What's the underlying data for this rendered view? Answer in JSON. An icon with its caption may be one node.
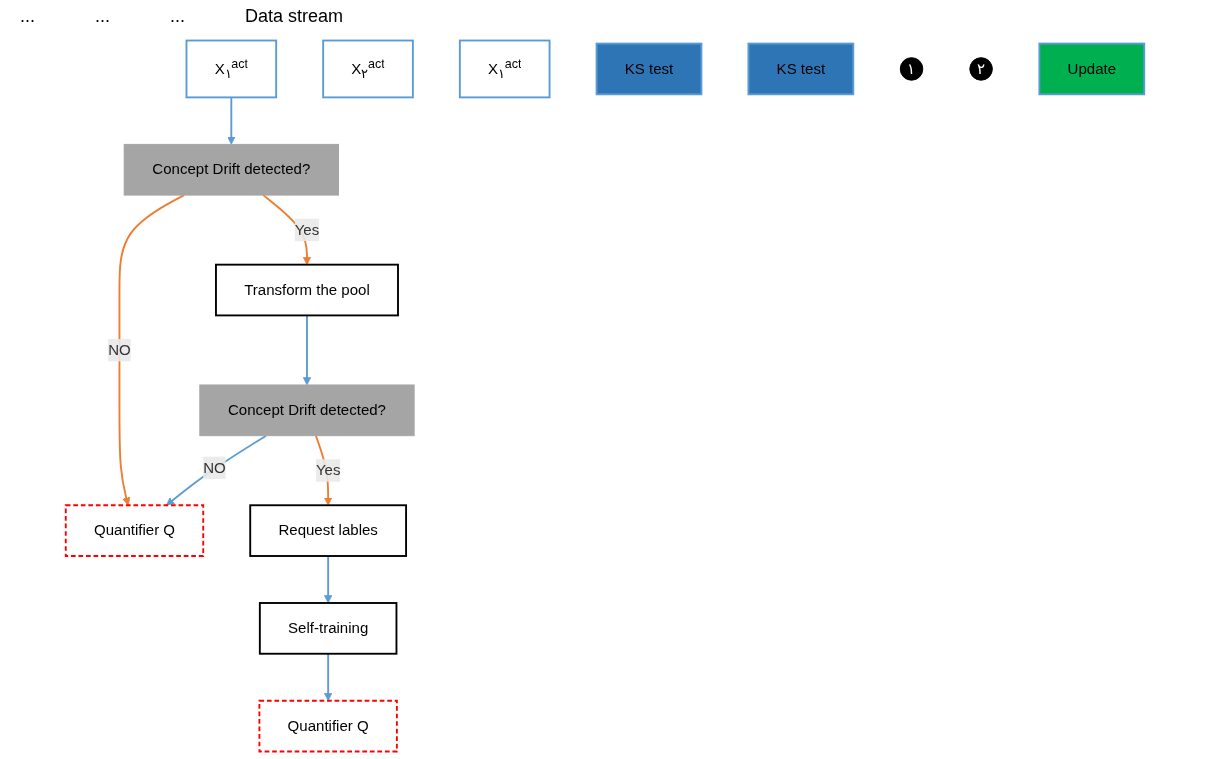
{
  "diagram": {
    "nodes": [
      {
        "text": [
          "X$_{١}$$^{act}$"
        ]
      },
      {
        "text": [
          "X$_{٢}$$^{act}$"
        ]
      },
      {
        "text": [
          "X$_{١}$$^{act}$"
        ]
      },
      {
        "text": [
          "Concept Drift detected?"
        ]
      },
      {
        "text": [
          "KS test"
        ]
      },
      {
        "text": [
          "Quantifier Q"
        ]
      },
      {
        "text": [
          "Transform the pool"
        ]
      },
      {
        "text": [
          "Concept Drift detected?"
        ]
      },
      {
        "text": [
          "KS test"
        ]
      },
      {
        "text": [
          "١"
        ]
      },
      {
        "text": [
          "Request lables"
        ]
      },
      {
        "text": [
          "٢"
        ]
      },
      {
        "text": [
          "Self-training"
        ]
      },
      {
        "text": [
          "Update"
        ]
      },
      {
        "text": [
          "Quantifier Q"
        ]
      }
    ],
    "edges": [
      {
        "from": 0,
        "to": 3,
        "arrow": "to"
      },
      {
        "from": 3,
        "to": 5,
        "arrow": "to",
        "label": "NO",
        "color": "#ed7d31"
      },
      {
        "from": 3,
        "to": 6,
        "arrow": "to",
        "label": "Yes",
        "color": "#ed7d31"
      },
      {
        "from": 6,
        "to": 7,
        "arrow": "to"
      },
      {
        "from": 7,
        "to": 5,
        "arrow": "to",
        "label": "NO"
      },
      {
        "from": 7,
        "to": 10,
        "arrow": "to",
        "label": "Yes",
        "color": "#ed7d31"
      },
      {
        "from": 10,
        "to": 12,
        "arrow": "to"
      },
      {
        "from": 12,
        "to": 14,
        "arrow": "to"
      }
    ],
    "labels": [
      "...",
      "...",
      "...",
      "Data stream"
    ]
  }
}
